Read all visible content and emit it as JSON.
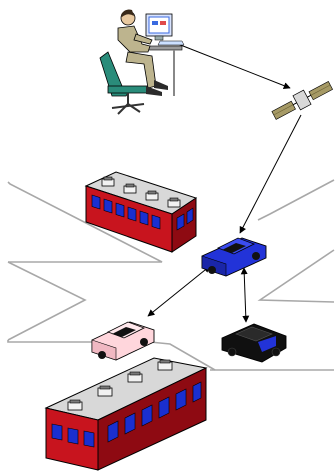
{
  "scene": {
    "colors": {
      "building_front": "#c8141e",
      "building_side": "#8e0a12",
      "building_window": "#1a2fd0",
      "building_roof": "#d8d8d8",
      "car_blue": "#2233d8",
      "car_pink": "#ffd6dc",
      "car_black": "#101010",
      "road": "#a8a8a8",
      "operator_suit": "#bdb48e",
      "operator_chair": "#2a8c7a",
      "satellite": "#a69a66"
    },
    "icons": [
      "operator-at-computer-icon",
      "satellite-icon",
      "building-icon",
      "blue-car-icon",
      "pink-car-icon",
      "black-car-icon"
    ],
    "connections": [
      {
        "from": "operator",
        "to": "satellite",
        "type": "one-way-arrow"
      },
      {
        "from": "satellite",
        "to": "blue-car",
        "type": "one-way-arrow"
      },
      {
        "from": "blue-car",
        "to": "pink-car",
        "type": "two-way-arrow"
      },
      {
        "from": "blue-car",
        "to": "black-car",
        "type": "two-way-arrow"
      }
    ]
  }
}
